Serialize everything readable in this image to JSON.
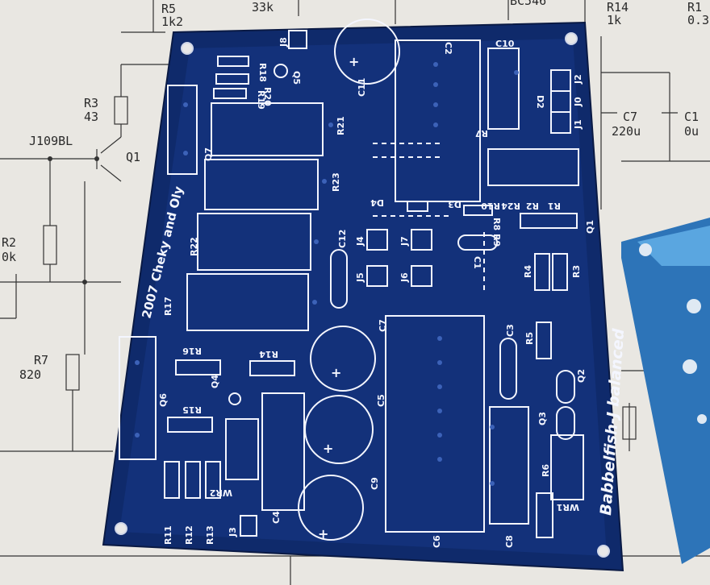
{
  "schematic": {
    "labels": [
      "R5",
      "1k2",
      "33k",
      "BC546",
      "R14",
      "1k",
      "R1",
      "0.3",
      "R3",
      "43",
      "J109BL",
      "Q1",
      "R2",
      "0k",
      "R7",
      "820",
      "C7",
      "220u",
      "C1",
      "0u"
    ]
  },
  "pcb": {
    "title": "2007 Cheky and Oly",
    "subtitle": "Babbelfish-J balanced",
    "refs": [
      "J8",
      "R18",
      "R20",
      "R19",
      "Q5",
      "C2",
      "C10",
      "C11",
      "J2",
      "D2",
      "J0",
      "J1",
      "R7",
      "Q7",
      "R21",
      "R23",
      "D4",
      "D3",
      "R10",
      "R24",
      "R2",
      "R1",
      "R8",
      "R9",
      "Q1",
      "R22",
      "C12",
      "J4",
      "J7",
      "C1",
      "R4",
      "R3",
      "J5",
      "J6",
      "R17",
      "R16",
      "R14",
      "C7",
      "C3",
      "R5",
      "Q2",
      "Q4",
      "C5",
      "Q6",
      "R15",
      "Q3",
      "WR2",
      "C9",
      "R6",
      "R11",
      "R12",
      "R13",
      "J3",
      "C4",
      "C6",
      "C8",
      "WR1"
    ]
  },
  "colors": {
    "board": "#0f2a6b",
    "copper": "#1b3f94",
    "silk": "#f4f6ff",
    "paper": "#e9e7e2",
    "ink": "#2a2a2a",
    "second_board": "#2d74b8"
  }
}
